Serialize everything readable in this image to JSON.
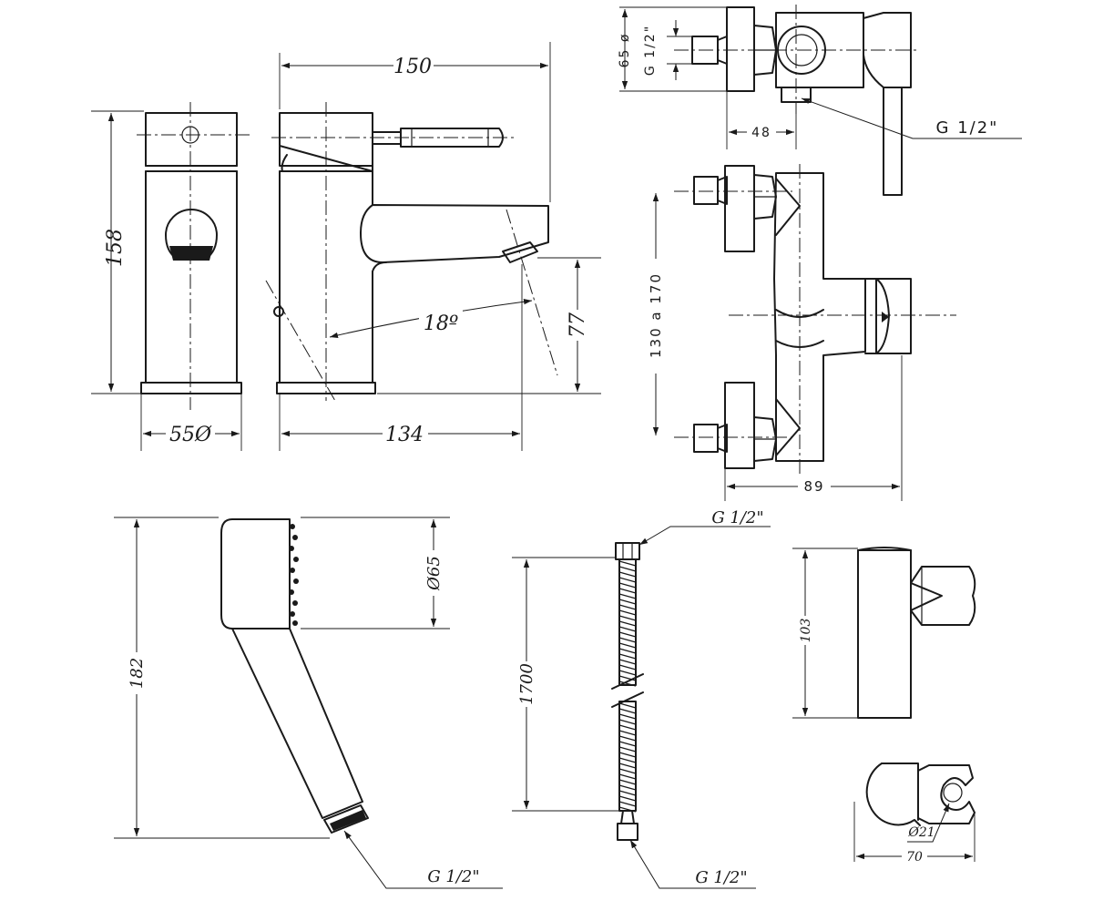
{
  "basin_mixer": {
    "height": "158",
    "base_diameter": "55Ø",
    "overall_length": "150",
    "spout_reach": "134",
    "spout_height": "77",
    "angle": "18º"
  },
  "shower_mixer": {
    "inlet_diameter": "65 ø",
    "inlet_thread": "G 1/2\"",
    "outlet_thread": "G 1/2\"",
    "depth": "48",
    "centers": "130 a 170",
    "width": "89"
  },
  "hand_shower": {
    "length": "182",
    "head_diameter": "Ø65",
    "thread": "G 1/2\""
  },
  "hose": {
    "length": "1700",
    "thread_top": "G 1/2\"",
    "thread_bottom": "G 1/2\""
  },
  "wall_bracket": {
    "height": "103",
    "hole_diameter": "Ø21",
    "width": "70"
  }
}
